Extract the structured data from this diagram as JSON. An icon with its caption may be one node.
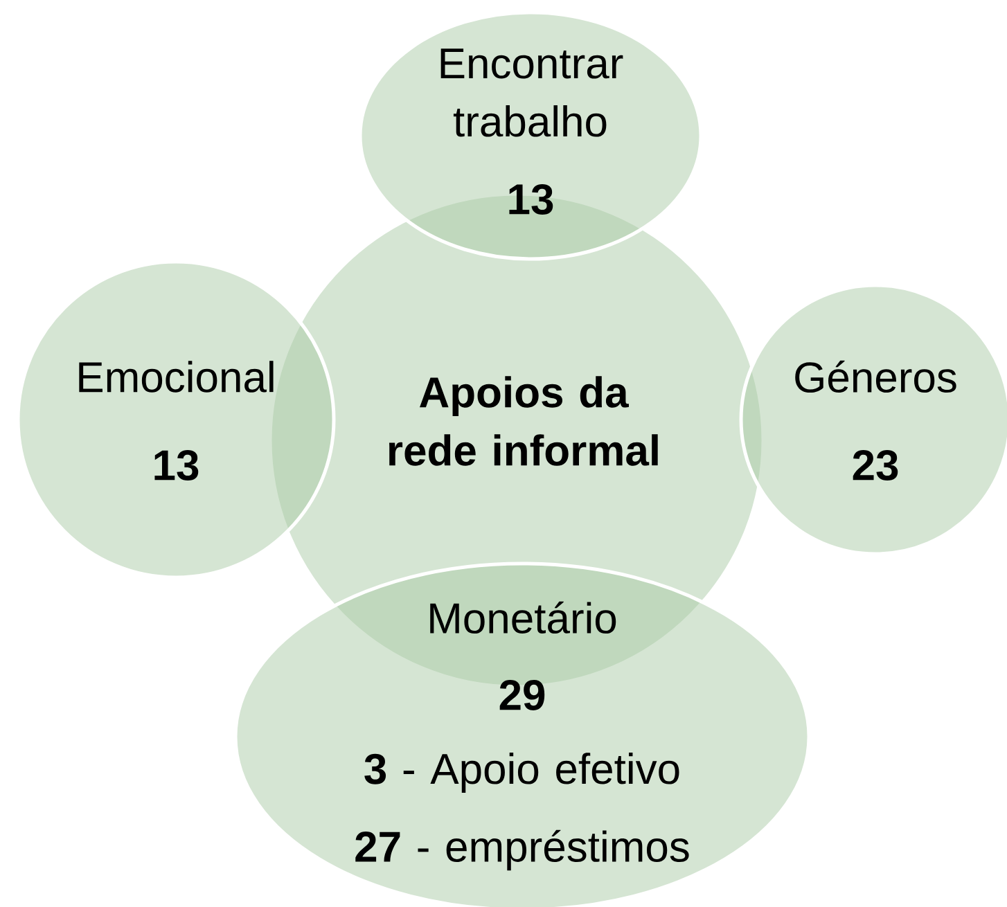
{
  "diagram": {
    "nodes": [
      {
        "text": [
          "Apoios da rede informal"
        ]
      },
      {
        "text": [
          "Encontrar trabalho",
          "13"
        ]
      },
      {
        "text": [
          "Emocional",
          "13"
        ]
      },
      {
        "text": [
          "Géneros",
          "23"
        ]
      },
      {
        "text": [
          "Monetário",
          "29",
          "**3** - Apoio efetivo",
          "**27** - empréstimos"
        ]
      }
    ]
  }
}
